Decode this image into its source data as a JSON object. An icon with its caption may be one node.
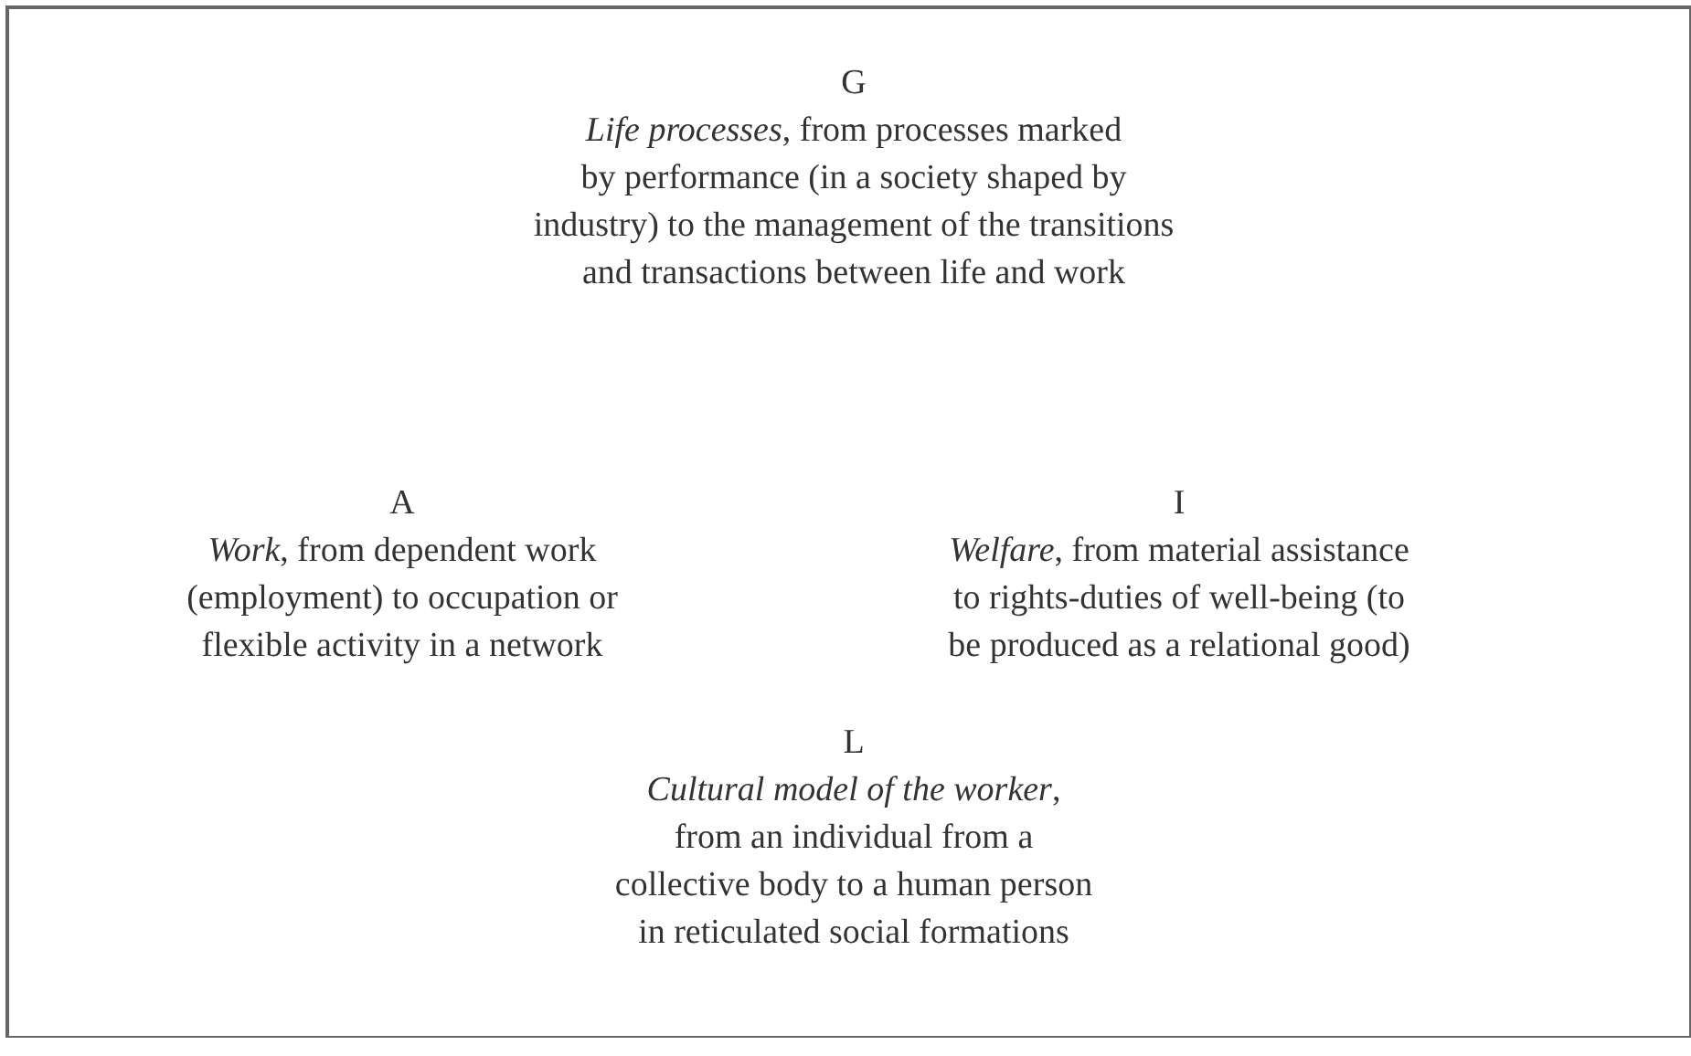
{
  "diagram": {
    "nodes": [
      {
        "text": [
          "G",
          "*Life processes*, from processes marked by performance (in a society shaped by industry) to the management of the transitions and transactions between life and work",
          "A",
          "*Work*, from dependent work (employment) to occupation or flexible activity in a network",
          "I",
          "*Welfare*, from material assistance to rights-duties of well-being (to be produced as a relational good)",
          "L",
          "*Cultural model of the worker*, from an individual from a collective body to a human person in reticulated social formations"
        ]
      }
    ]
  }
}
